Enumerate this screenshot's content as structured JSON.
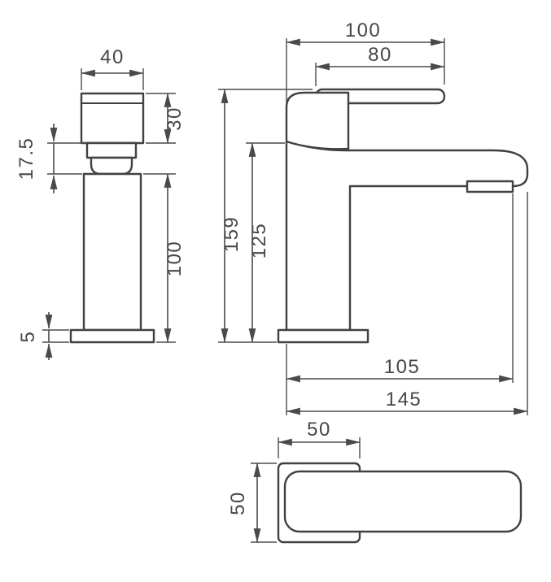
{
  "drawing": {
    "title": "basin mixer tap dimension drawing",
    "side_view": {
      "top_width": "40",
      "cartridge_height": "30",
      "collar_height": "17.5",
      "body_height": "100",
      "base_thickness": "5"
    },
    "front_view": {
      "overall_depth": "100",
      "spout_plate_depth": "80",
      "overall_height": "159",
      "height_to_shoulder": "125",
      "spout_projection": "105",
      "overall_projection": "145"
    },
    "plan_view": {
      "body_width": "50",
      "body_depth": "50"
    }
  }
}
